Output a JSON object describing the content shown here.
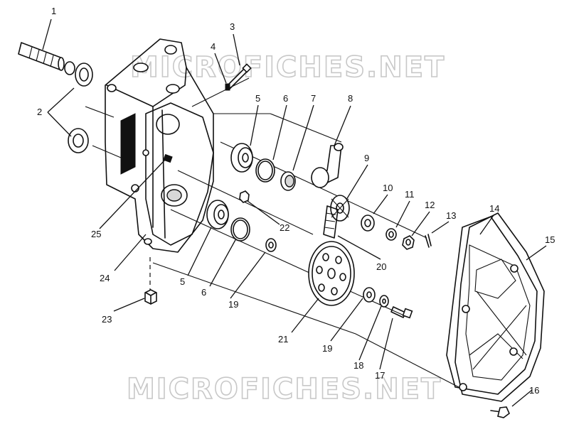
{
  "watermark": {
    "text": "MICROFICHES.NET"
  },
  "callouts": [
    "1",
    "2",
    "3",
    "4",
    "5",
    "6",
    "7",
    "8",
    "9",
    "10",
    "11",
    "12",
    "13",
    "14",
    "15",
    "16",
    "17",
    "18",
    "19",
    "20",
    "21",
    "22",
    "23",
    "24",
    "25"
  ],
  "callout_extra": {
    "c5b": "5",
    "c6b": "6",
    "c19b": "19"
  }
}
